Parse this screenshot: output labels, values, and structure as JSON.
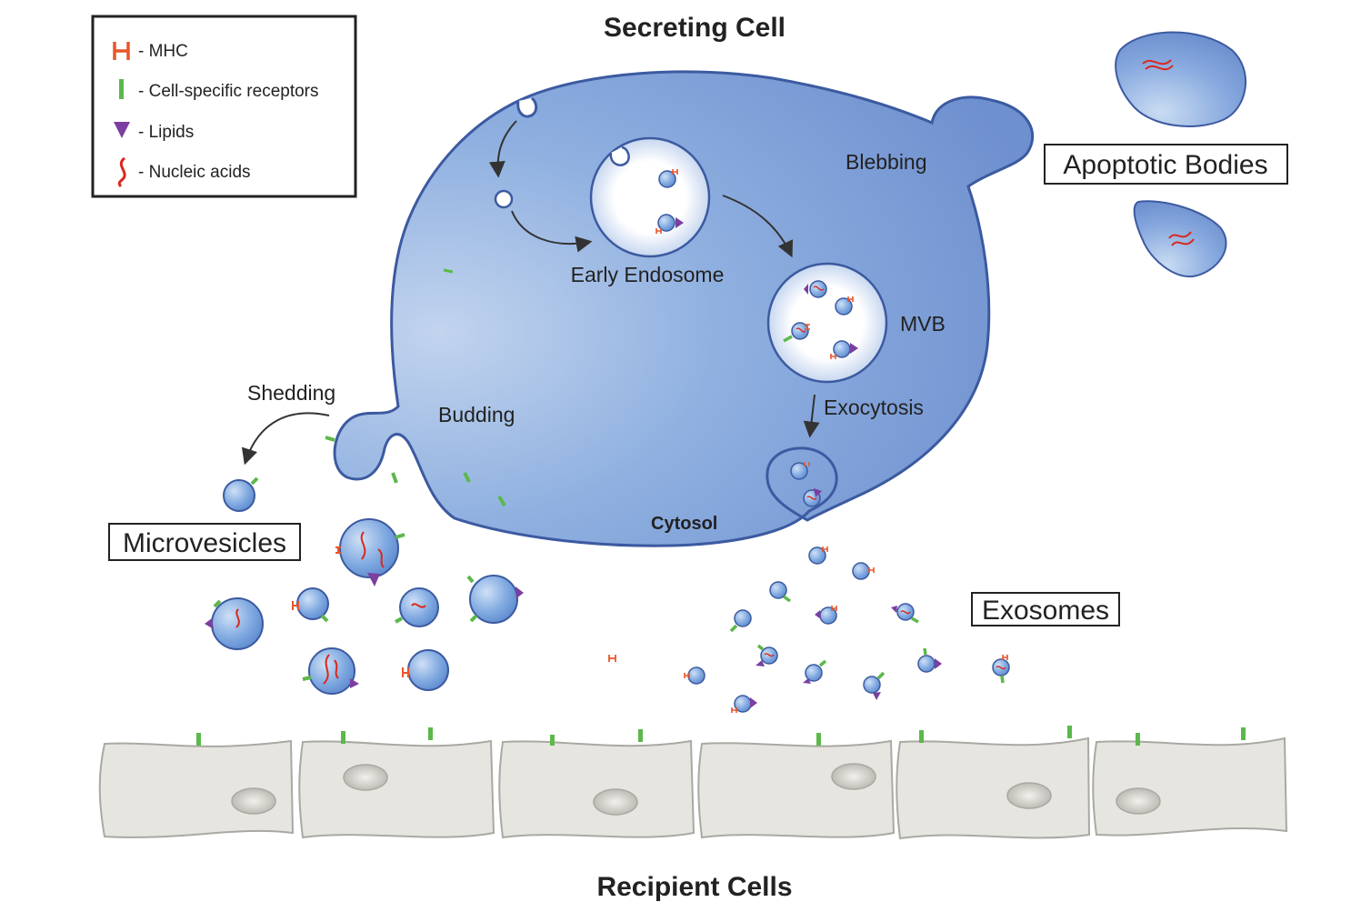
{
  "titles": {
    "secreting_cell": "Secreting Cell",
    "recipient_cells": "Recipient Cells"
  },
  "legend": {
    "items": [
      {
        "icon": "mhc-icon",
        "label": "- MHC",
        "color": "#e8552b"
      },
      {
        "icon": "receptor-icon",
        "label": "- Cell-specific receptors",
        "color": "#5cb84a"
      },
      {
        "icon": "lipid-icon",
        "label": "- Lipids",
        "color": "#7a3fa0"
      },
      {
        "icon": "nucleic-acid-icon",
        "label": "- Nucleic acids",
        "color": "#d9281e"
      }
    ]
  },
  "labels": {
    "early_endosome": "Early Endosome",
    "mvb": "MVB",
    "blebbing": "Blebbing",
    "budding": "Budding",
    "shedding": "Shedding",
    "exocytosis": "Exocytosis",
    "cytosol": "Cytosol"
  },
  "boxed_labels": {
    "apoptotic_bodies": "Apoptotic Bodies",
    "microvesicles": "Microvesicles",
    "exosomes": "Exosomes"
  },
  "colors": {
    "cell_fill": "#7b9fd6",
    "cell_stroke": "#3c5aa0",
    "vesicle_fill": "#7ea8e0",
    "recipient_fill": "#e6e5df",
    "recipient_stroke": "#a9a9a4"
  }
}
